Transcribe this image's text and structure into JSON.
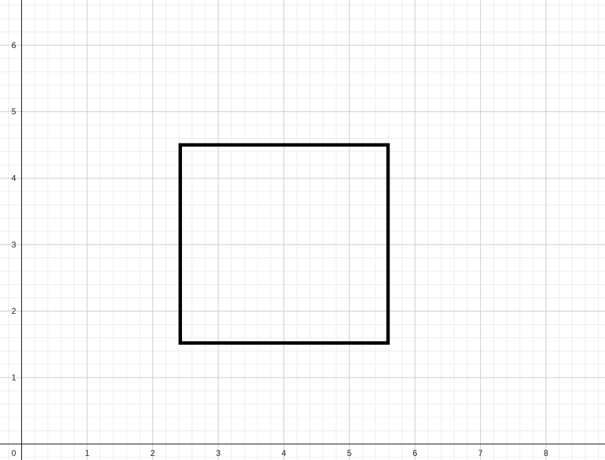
{
  "chart_data": {
    "type": "diagram",
    "xlim": [
      -0.33,
      8.9
    ],
    "ylim": [
      -0.24,
      6.68
    ],
    "grid": true,
    "minor_grid_step": 0.2,
    "origin_label": "0",
    "x_ticks": [
      {
        "value": 1,
        "label": "1"
      },
      {
        "value": 2,
        "label": "2"
      },
      {
        "value": 3,
        "label": "3"
      },
      {
        "value": 4,
        "label": "4"
      },
      {
        "value": 5,
        "label": "5"
      },
      {
        "value": 6,
        "label": "6"
      },
      {
        "value": 7,
        "label": "7"
      },
      {
        "value": 8,
        "label": "8"
      }
    ],
    "y_ticks": [
      {
        "value": 1,
        "label": "1"
      },
      {
        "value": 2,
        "label": "2"
      },
      {
        "value": 3,
        "label": "3"
      },
      {
        "value": 4,
        "label": "4"
      },
      {
        "value": 5,
        "label": "5"
      },
      {
        "value": 6,
        "label": "6"
      }
    ],
    "shapes": [
      {
        "kind": "rectangle",
        "x_min": 2.42,
        "x_max": 5.59,
        "y_min": 1.52,
        "y_max": 4.5,
        "stroke": "#000000"
      }
    ]
  },
  "colors": {
    "minor_grid": "#ececec",
    "major_grid": "#c8c8c8",
    "axis": "#000000",
    "shape_stroke": "#000000"
  }
}
